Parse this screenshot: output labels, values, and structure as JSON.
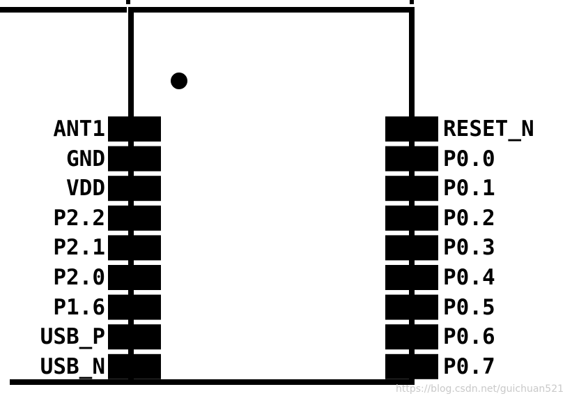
{
  "colors": {
    "ink": "#000000",
    "background": "#ffffff",
    "watermark": "#c9c9c9"
  },
  "left_pins": [
    {
      "label": "ANT1"
    },
    {
      "label": "GND"
    },
    {
      "label": "VDD"
    },
    {
      "label": "P2.2"
    },
    {
      "label": "P2.1"
    },
    {
      "label": "P2.0"
    },
    {
      "label": "P1.6"
    },
    {
      "label": "USB_P"
    },
    {
      "label": "USB_N"
    }
  ],
  "right_pins": [
    {
      "label": "RESET_N"
    },
    {
      "label": "P0.0"
    },
    {
      "label": "P0.1"
    },
    {
      "label": "P0.2"
    },
    {
      "label": "P0.3"
    },
    {
      "label": "P0.4"
    },
    {
      "label": "P0.5"
    },
    {
      "label": "P0.6"
    },
    {
      "label": "P0.7"
    }
  ],
  "watermark": "https://blog.csdn.net/guichuan521"
}
